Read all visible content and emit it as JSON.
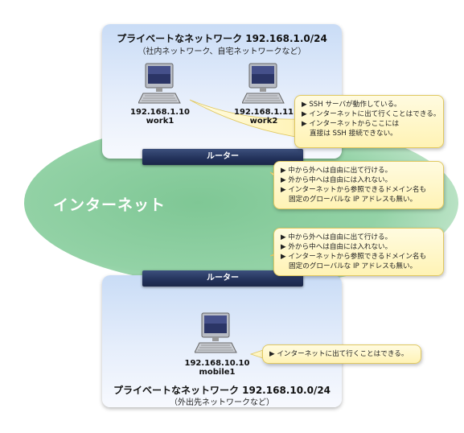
{
  "internet": {
    "label": "インターネット"
  },
  "top_network": {
    "title": "プライベートなネットワーク 192.168.1.0/24",
    "subtitle": "（社内ネットワーク、自宅ネットワークなど）",
    "router_label": "ルーター",
    "hosts": [
      {
        "ip": "192.168.1.10",
        "name": "work1"
      },
      {
        "ip": "192.168.1.11",
        "name": "work2"
      }
    ]
  },
  "bottom_network": {
    "title": "プライベートなネットワーク 192.168.10.0/24",
    "subtitle": "（外出先ネットワークなど）",
    "router_label": "ルーター",
    "hosts": [
      {
        "ip": "192.168.10.10",
        "name": "mobile1"
      }
    ]
  },
  "callouts": {
    "work2": [
      "▶ SSH サーバが動作している。",
      "▶ インターネットに出て行くことはできる。",
      "▶ インターネットからここには",
      "直接は SSH 接続できない。"
    ],
    "router_top": [
      "▶ 中から外へは自由に出て行ける。",
      "▶ 外から中へは自由には入れない。",
      "▶ インターネットから参照できるドメイン名も",
      "固定のグローバルな IP アドレスも無い。"
    ],
    "router_bottom": [
      "▶ 中から外へは自由に出て行ける。",
      "▶ 外から中へは自由には入れない。",
      "▶ インターネットから参照できるドメイン名も",
      "固定のグローバルな IP アドレスも無い。"
    ],
    "mobile1": [
      "▶ インターネットに出て行くことはできる。"
    ]
  },
  "colors": {
    "internet_cloud": "#8ccda0",
    "network_box": "#c9dcf6",
    "router": "#23325a",
    "callout": "#fff3b5"
  }
}
